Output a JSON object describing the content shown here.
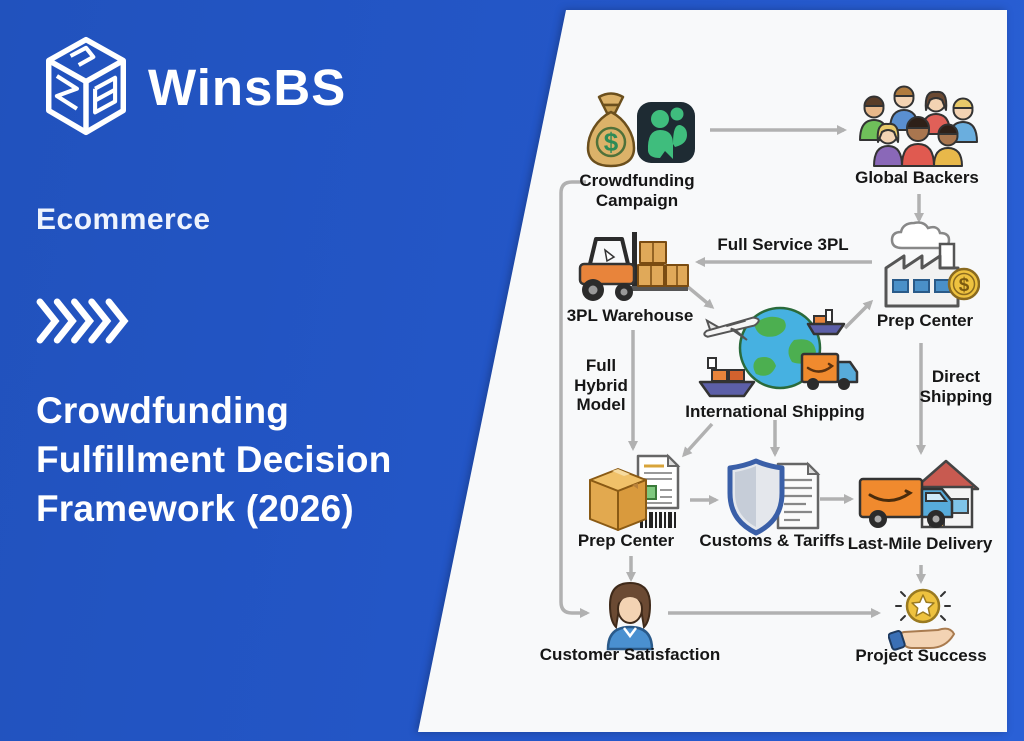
{
  "brand": {
    "name": "WinsBS",
    "category": "Ecommerce",
    "logo_icon": "winsbs-cube-logo",
    "chevrons_icon": "five-right-chevrons"
  },
  "title": {
    "lines": [
      "Crowdfunding",
      "Fulfillment Decision",
      "Framework (2026)"
    ]
  },
  "colors": {
    "panel_blue": "#2457c9",
    "card_white": "#f8f9fa",
    "arrow_gray": "#b1b1b1",
    "label_dark": "#161616",
    "brand_green": "#3fbd7d",
    "app_tile_navy": "#1e2b33",
    "coin_gold": "#eec23f",
    "forklift_orange": "#e8843b",
    "truck_orange": "#f08a2e",
    "shield_blue": "#3a5fa8"
  },
  "diagram": {
    "nodes": [
      {
        "id": "crowdfunding-campaign",
        "label": "Crowdfunding Campaign",
        "icon": "money-bag+campaign-app"
      },
      {
        "id": "global-backers",
        "label": "Global Backers",
        "icon": "people-group"
      },
      {
        "id": "prep-center-top",
        "label": "Prep Center",
        "icon": "factory-cloud-coin"
      },
      {
        "id": "3pl-warehouse",
        "label": "3PL Warehouse",
        "icon": "forklift-boxes"
      },
      {
        "id": "international-shipping",
        "label": "International Shipping",
        "icon": "globe-plane-ship-truck"
      },
      {
        "id": "prep-center-bottom",
        "label": "Prep Center",
        "icon": "box-document-barcode"
      },
      {
        "id": "customs-tariffs",
        "label": "Customs & Tariffs",
        "icon": "shield-document"
      },
      {
        "id": "last-mile-delivery",
        "label": "Last-Mile Delivery",
        "icon": "delivery-truck-house"
      },
      {
        "id": "customer-satisfaction",
        "label": "Customer Satisfaction",
        "icon": "customer-avatar"
      },
      {
        "id": "project-success",
        "label": "Project Success",
        "icon": "hand-holding-star"
      }
    ],
    "edge_labels": [
      {
        "id": "full-service-3pl",
        "text": "Full Service 3PL"
      },
      {
        "id": "full-hybrid-model",
        "text": "Full Hybrid Model"
      },
      {
        "id": "direct-shipping",
        "text": "Direct Shipping"
      }
    ]
  }
}
